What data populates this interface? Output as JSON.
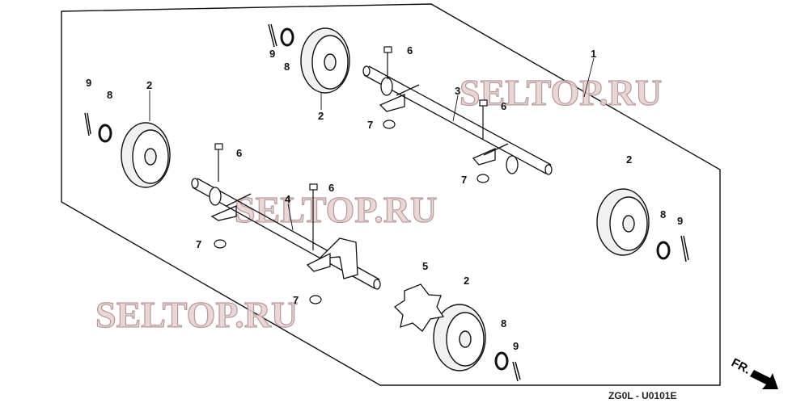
{
  "diagram": {
    "callouts": [
      {
        "id": "c1",
        "label": "9"
      },
      {
        "id": "c2",
        "label": "8"
      },
      {
        "id": "c3",
        "label": "6"
      },
      {
        "id": "c4",
        "label": "1"
      },
      {
        "id": "c5",
        "label": "9"
      },
      {
        "id": "c6",
        "label": "8"
      },
      {
        "id": "c7",
        "label": "2"
      },
      {
        "id": "c8",
        "label": "2"
      },
      {
        "id": "c9",
        "label": "3"
      },
      {
        "id": "c10",
        "label": "6"
      },
      {
        "id": "c11",
        "label": "7"
      },
      {
        "id": "c12",
        "label": "6"
      },
      {
        "id": "c13",
        "label": "6"
      },
      {
        "id": "c14",
        "label": "4"
      },
      {
        "id": "c15",
        "label": "2"
      },
      {
        "id": "c16",
        "label": "7"
      },
      {
        "id": "c17",
        "label": "8"
      },
      {
        "id": "c18",
        "label": "9"
      },
      {
        "id": "c19",
        "label": "7"
      },
      {
        "id": "c20",
        "label": "5"
      },
      {
        "id": "c21",
        "label": "2"
      },
      {
        "id": "c22",
        "label": "7"
      },
      {
        "id": "c23",
        "label": "8"
      },
      {
        "id": "c24",
        "label": "9"
      }
    ],
    "watermark": "SELTOP.RU",
    "direction_label": "FR.",
    "figure_code": "ZG0L - U0101E"
  }
}
